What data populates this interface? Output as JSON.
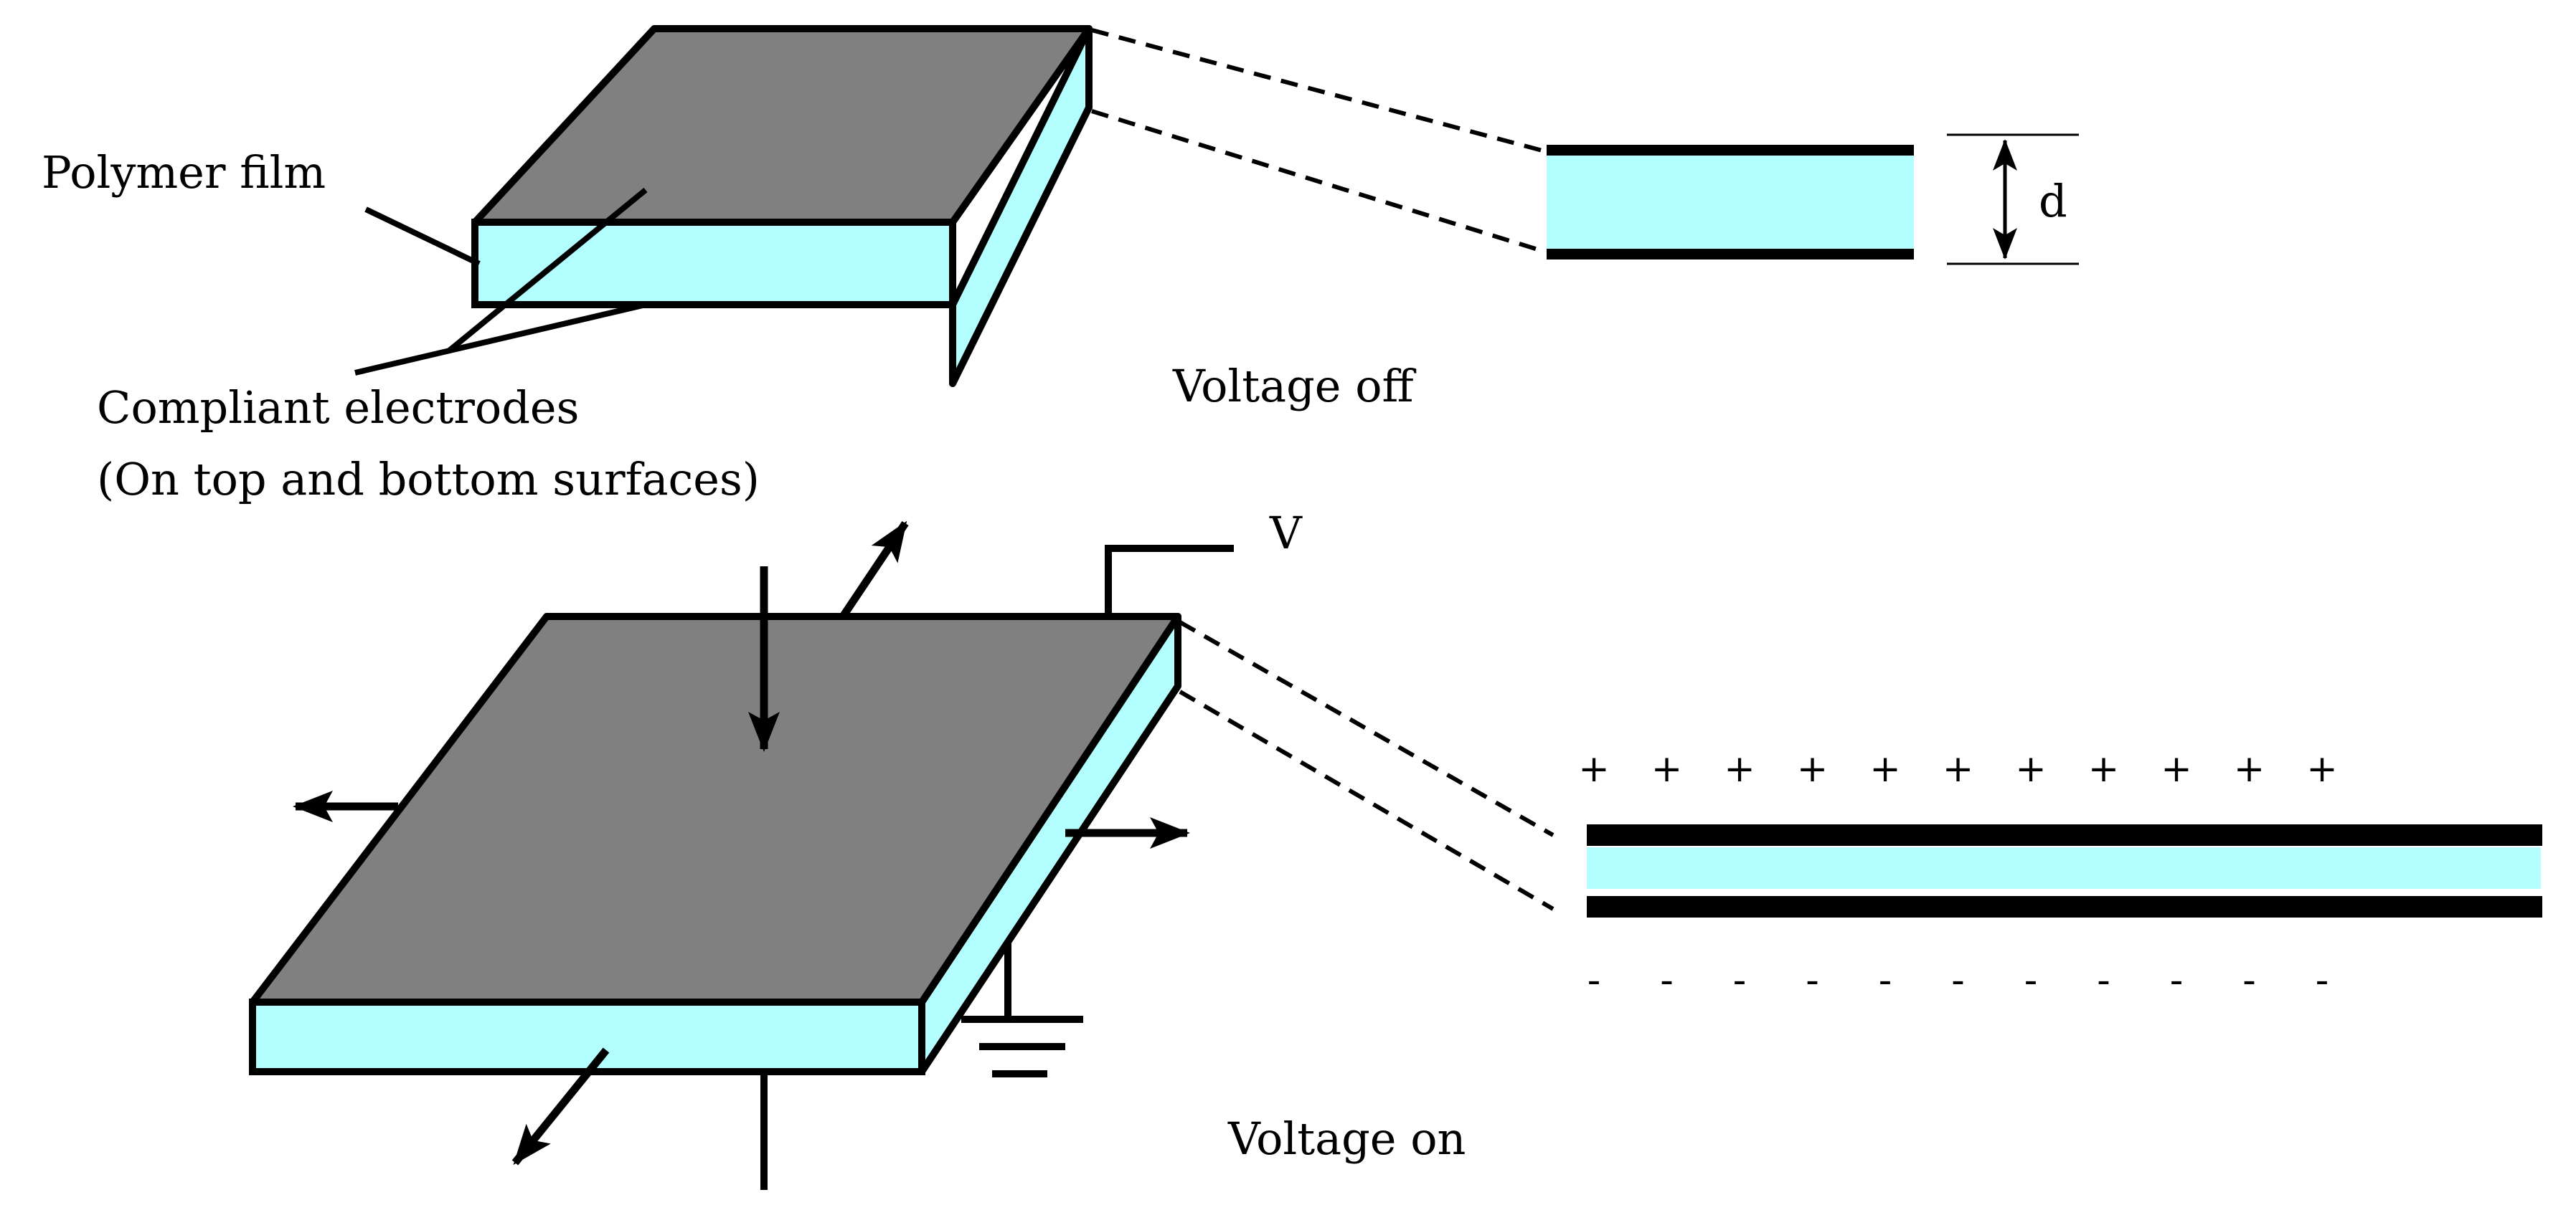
{
  "labels": {
    "polymer_film": "Polymer film",
    "electrodes_line1": "Compliant electrodes",
    "electrodes_line2": "(On top and bottom surfaces)",
    "voltage_off": "Voltage off",
    "voltage_on": "Voltage on",
    "voltage_symbol": "V",
    "thickness_symbol": "d"
  },
  "charges": {
    "positive": [
      "+",
      "+",
      "+",
      "+",
      "+",
      "+",
      "+",
      "+",
      "+",
      "+",
      "+"
    ],
    "negative": [
      "-",
      "-",
      "-",
      "-",
      "-",
      "-",
      "-",
      "-",
      "-",
      "-",
      "-"
    ]
  },
  "colors": {
    "film": "#B3FFFF",
    "electrode_top": "#808080",
    "outline": "#000000",
    "background": "#FFFFFF"
  }
}
